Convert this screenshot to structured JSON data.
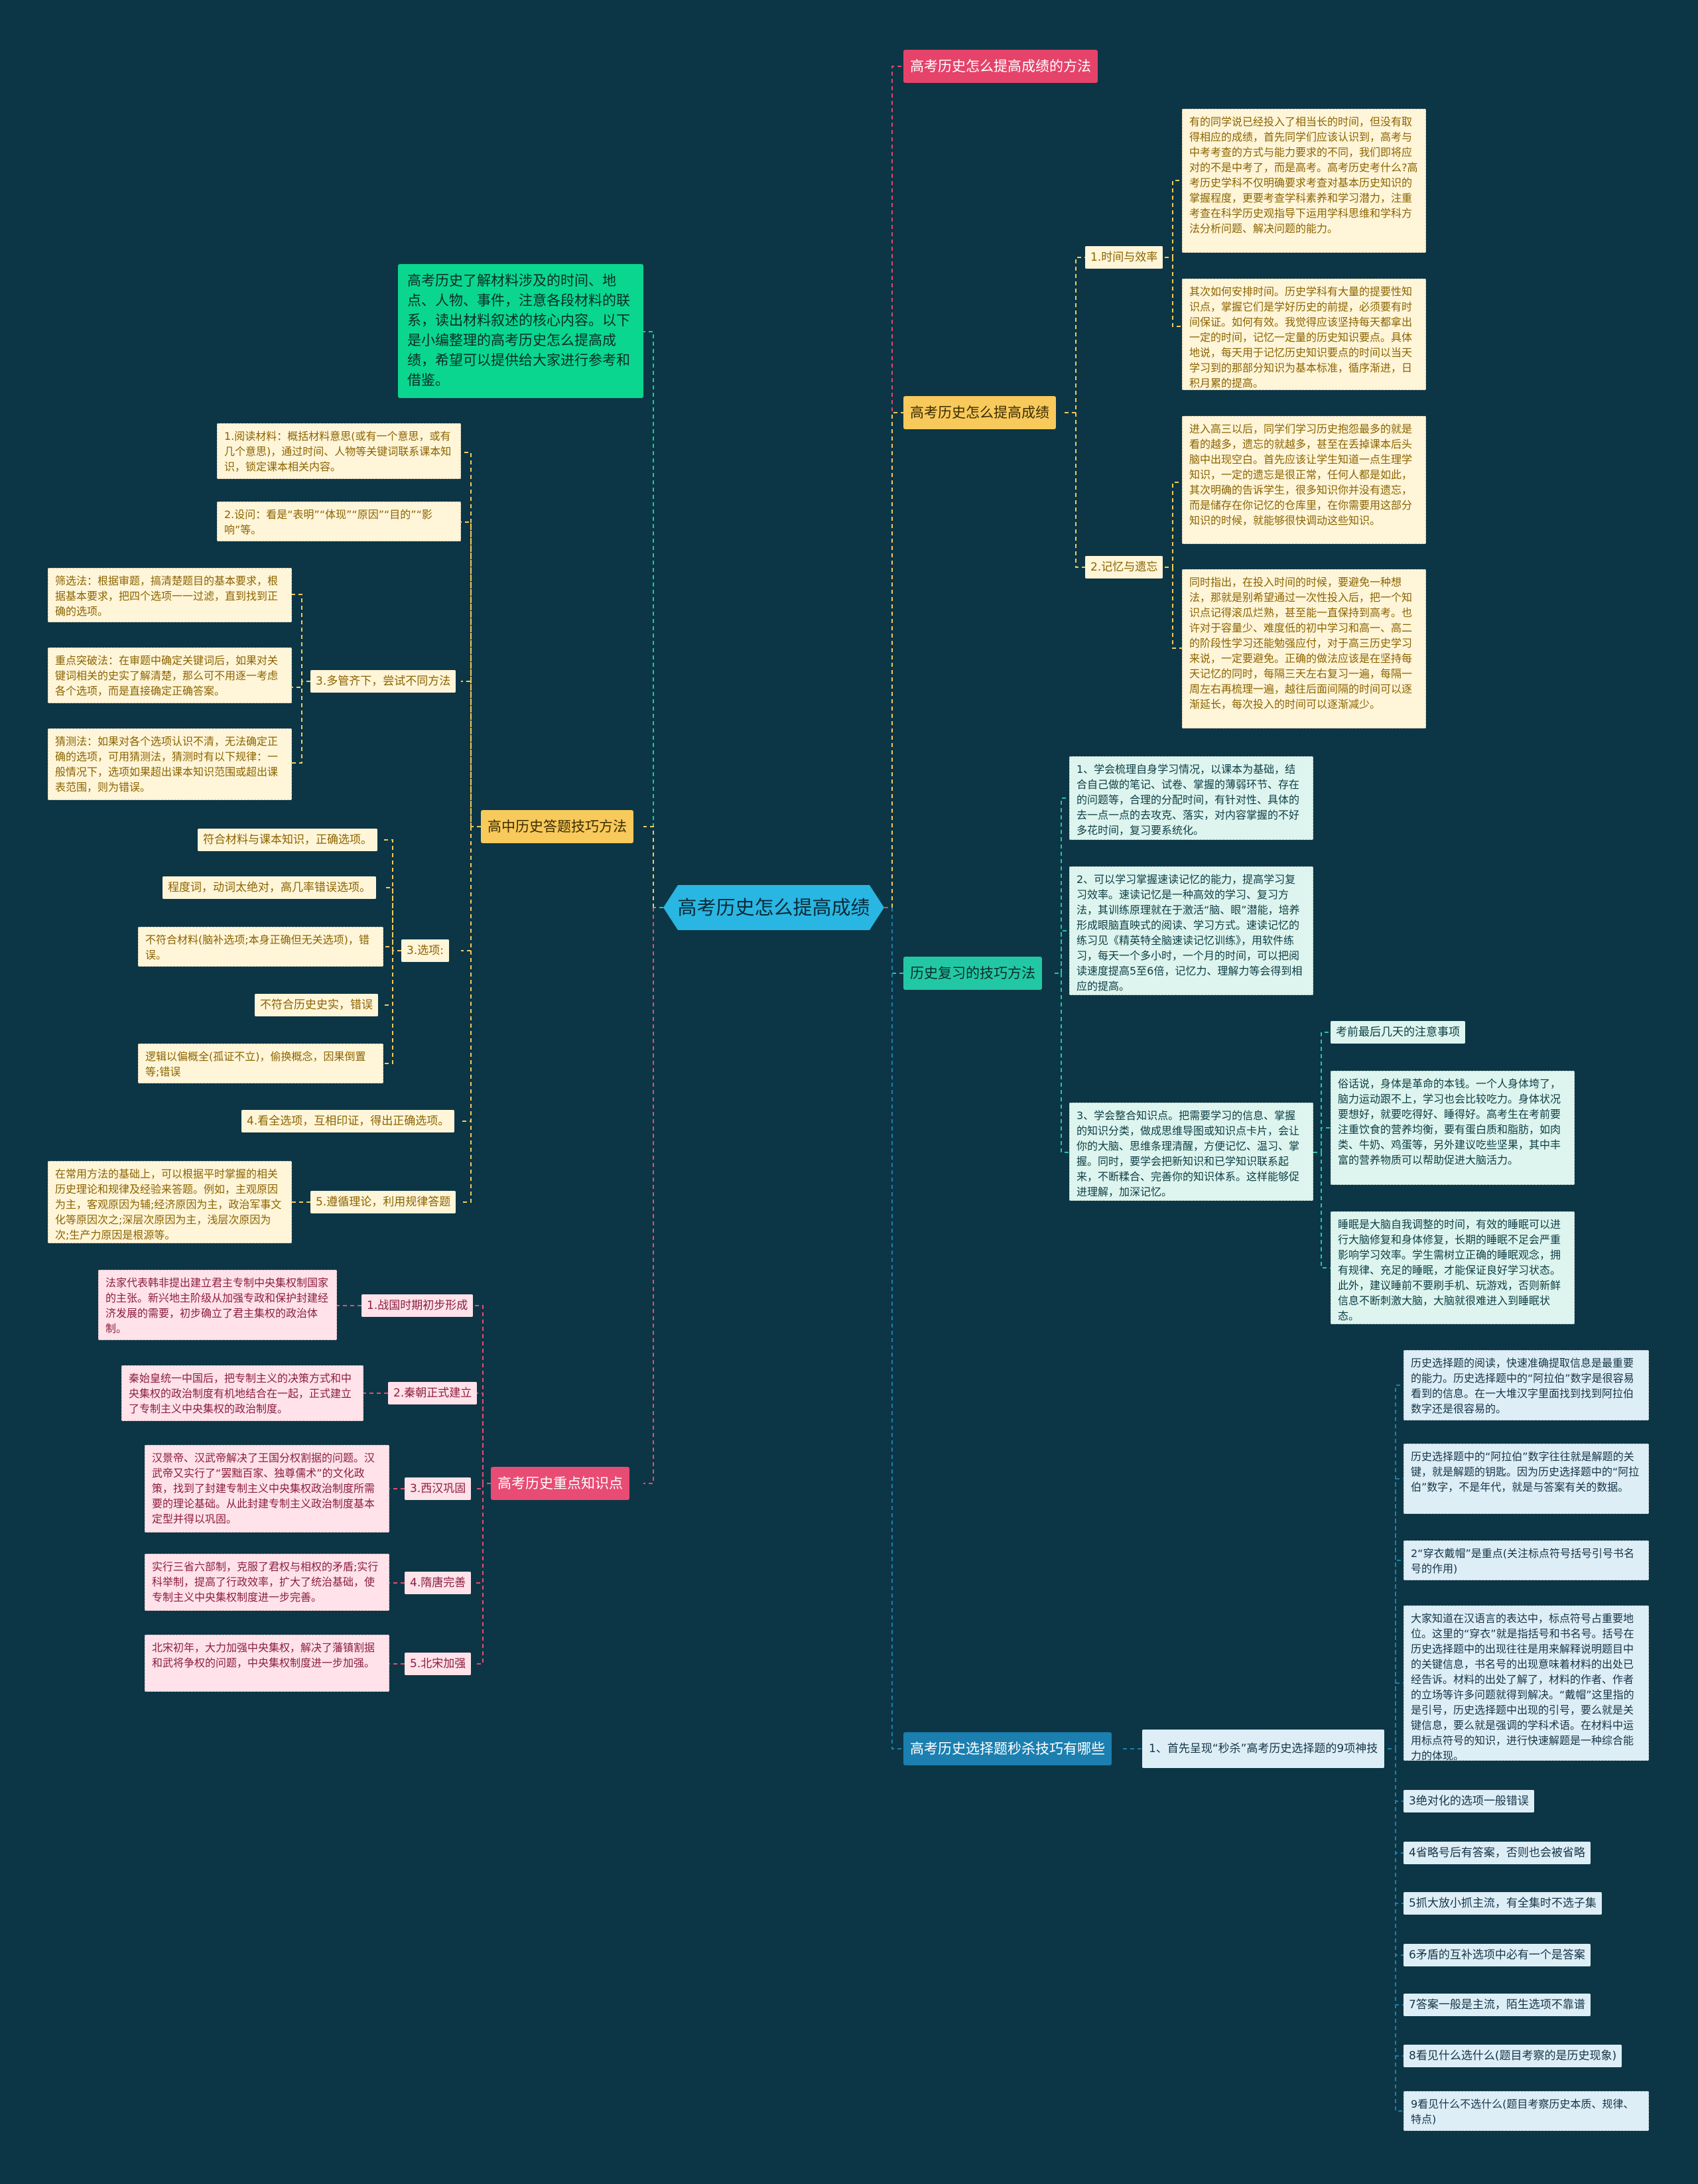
{
  "root": "高考历史怎么提高成绩",
  "colors": {
    "background": "#0c3645",
    "root": "#29b6e3",
    "red": "#e5436a",
    "yellow": "#f8c95b",
    "teal": "#22c8a4",
    "blue": "#1b7fb0",
    "intro": "#0ad68f"
  },
  "right": {
    "b1": {
      "title": "高考历史怎么提高成绩的方法"
    },
    "b2": {
      "title": "高考历史怎么提高成绩",
      "sub1": {
        "label": "1.时间与效率",
        "t1": "有的同学说已经投入了相当长的时间，但没有取得相应的成绩，首先同学们应该认识到，高考与中考考查的方式与能力要求的不同，我们即将应对的不是中考了，而是高考。高考历史考什么?高考历史学科不仅明确要求考查对基本历史知识的掌握程度，更要考查学科素养和学习潜力，注重考查在科学历史观指导下运用学科思维和学科方法分析问题、解决问题的能力。",
        "t2": "其次如何安排时间。历史学科有大量的提要性知识点，掌握它们是学好历史的前提，必须要有时间保证。如何有效。我觉得应该坚持每天都拿出一定的时间，记忆一定量的历史知识要点。具体地说，每天用于记忆历史知识要点的时间以当天学习到的那部分知识为基本标准，循序渐进，日积月累的提高。"
      },
      "sub2": {
        "label": "2.记忆与遗忘",
        "t1": "进入高三以后，同学们学习历史抱怨最多的就是看的越多，遗忘的就越多，甚至在丢掉课本后头脑中出现空白。首先应该让学生知道一点生理学知识，一定的遗忘是很正常，任何人都是如此，其次明确的告诉学生，很多知识你并没有遗忘，而是储存在你记忆的仓库里，在你需要用这部分知识的时候，就能够很快调动这些知识。",
        "t2": "同时指出，在投入时间的时候，要避免一种想法，那就是别希望通过一次性投入后，把一个知识点记得滚瓜烂熟，甚至能一直保持到高考。也许对于容量少、难度低的初中学习和高一、高二的阶段性学习还能勉强应付，对于高三历史学习来说，一定要避免。正确的做法应该是在坚持每天记忆的同时，每隔三天左右复习一遍，每隔一周左右再梳理一遍，越往后面间隔的时间可以逐渐延长，每次投入的时间可以逐渐减少。"
      }
    },
    "b3": {
      "title": "历史复习的技巧方法",
      "s1": "1、学会梳理自身学习情况，以课本为基础，结合自己做的笔记、试卷、掌握的薄弱环节、存在的问题等，合理的分配时间，有针对性、具体的去一点一点的去攻克、落实，对内容掌握的不好多花时间，复习要系统化。",
      "s2": "2、可以学习掌握速读记忆的能力，提高学习复习效率。速读记忆是一种高效的学习、复习方法，其训练原理就在于激活“脑、眼”潜能，培养形成眼脑直映式的阅读、学习方式。速读记忆的练习见《精英特全脑速读记忆训练》，用软件练习，每天一个多小时，一个月的时间，可以把阅读速度提高5至6倍，记忆力、理解力等会得到相应的提高。",
      "s3": "3、学会整合知识点。把需要学习的信息、掌握的知识分类，做成思维导图或知识点卡片，会让你的大脑、思维条理清醒，方便记忆、温习、掌握。同时，要学会把新知识和已学知识联系起来，不断糅合、完善你的知识体系。这样能够促进理解，加深记忆。",
      "s3a": "考前最后几天的注意事项",
      "s3b": "俗话说，身体是革命的本钱。一个人身体垮了，脑力运动跟不上，学习也会比较吃力。身体状况要想好，就要吃得好、睡得好。高考生在考前要注重饮食的营养均衡，要有蛋白质和脂肪，如肉类、牛奶、鸡蛋等，另外建议吃些坚果，其中丰富的营养物质可以帮助促进大脑活力。",
      "s3c": "睡眠是大脑自我调整的时间，有效的睡眠可以进行大脑修复和身体修复，长期的睡眠不足会严重影响学习效率。学生需树立正确的睡眠观念，拥有规律、充足的睡眠，才能保证良好学习状态。此外，建议睡前不要刷手机、玩游戏，否则新鲜信息不断刺激大脑，大脑就很难进入到睡眠状态。"
    },
    "b4": {
      "title": "高考历史选择题秒杀技巧有哪些",
      "sub": "1、首先呈现“秒杀”高考历史选择题的9项神技",
      "items": [
        "历史选择题的阅读，快速准确提取信息是最重要的能力。历史选择题中的“阿拉伯”数字是很容易看到的信息。在一大堆汉字里面找到找到阿拉伯数字还是很容易的。",
        "历史选择题中的“阿拉伯”数字往往就是解题的关键，就是解题的钥匙。因为历史选择题中的“阿拉伯”数字，不是年代，就是与答案有关的数据。",
        "2“穿衣戴帽”是重点(关注标点符号括号引号书名号的作用)",
        "大家知道在汉语言的表达中，标点符号占重要地位。这里的“穿衣”就是指括号和书名号。括号在历史选择题中的出现往往是用来解释说明题目中的关键信息，书名号的出现意味着材料的出处已经告诉。材料的出处了解了，材料的作者、作者的立场等许多问题就得到解决。“戴帽”这里指的是引号，历史选择题中出现的引号，要么就是关键信息，要么就是强调的学科术语。在材料中运用标点符号的知识，进行快速解题是一种综合能力的体现。",
        "3绝对化的选项一般错误",
        "4省略号后有答案，否则也会被省略",
        "5抓大放小抓主流，有全集时不选子集",
        "6矛盾的互补选项中必有一个是答案",
        "7答案一般是主流，陌生选项不靠谱",
        "8看见什么选什么(题目考察的是历史现象)",
        "9看见什么不选什么(题目考察历史本质、规律、特点)"
      ]
    }
  },
  "left": {
    "intro": "高考历史了解材料涉及的时间、地点、人物、事件，注意各段材料的联系，读出材料叙述的核心内容。以下是小编整理的高考历史怎么提高成绩，希望可以提供给大家进行参考和借鉴。",
    "b5": {
      "title": "高中历史答题技巧方法",
      "n1": "1.阅读材料：概括材料意思(或有一个意思，或有几个意思)，通过时间、人物等关键词联系课本知识，锁定课本相关内容。",
      "n2": "2.设问：看是“表明”“体现”“原因”“目的”“影响”等。",
      "n3": {
        "label": "3.多管齐下，尝试不同方法",
        "a": "筛选法：根据审题，搞清楚题目的基本要求，根据基本要求，把四个选项一一过滤，直到找到正确的选项。",
        "b": "重点突破法：在审题中确定关键词后，如果对关键词相关的史实了解清楚，那么可不用逐一考虑各个选项，而是直接确定正确答案。",
        "c": "猜测法：如果对各个选项认识不清，无法确定正确的选项，可用猜测法，猜测时有以下规律：一般情况下，选项如果超出课本知识范围或超出课表范围，则为错误。"
      },
      "n4": {
        "label": "3.选项:",
        "a": "符合材料与课本知识，正确选项。",
        "b": "程度词，动词太绝对，高几率错误选项。",
        "c": "不符合材料(脑补选项;本身正确但无关选项)，错误。",
        "d": "不符合历史史实，错误",
        "e": "逻辑以偏概全(孤证不立)，偷换概念，因果倒置等;错误"
      },
      "n5": "4.看全选项，互相印证，得出正确选项。",
      "n6": {
        "label": "5.遵循理论，利用规律答题",
        "a": "在常用方法的基础上，可以根据平时掌握的相关历史理论和规律及经验来答题。例如，主观原因为主，客观原因为辅;经济原因为主，政治军事文化等原因次之;深层次原因为主，浅层次原因为次;生产力原因是根源等。"
      }
    },
    "b6": {
      "title": "高考历史重点知识点",
      "items": [
        {
          "label": "1.战国时期初步形成",
          "text": "法家代表韩非提出建立君主专制中央集权制国家的主张。新兴地主阶级从加强专政和保护封建经济发展的需要，初步确立了君主集权的政治体制。"
        },
        {
          "label": "2.秦朝正式建立",
          "text": "秦始皇统一中国后，把专制主义的决策方式和中央集权的政治制度有机地结合在一起，正式建立了专制主义中央集权的政治制度。"
        },
        {
          "label": "3.西汉巩固",
          "text": "汉景帝、汉武帝解决了王国分权割据的问题。汉武帝又实行了“罢黜百家、独尊儒术”的文化政策，找到了封建专制主义中央集权政治制度所需要的理论基础。从此封建专制主义政治制度基本定型并得以巩固。"
        },
        {
          "label": "4.隋唐完善",
          "text": "实行三省六部制，克服了君权与相权的矛盾;实行科举制，提高了行政效率，扩大了统治基础，使专制主义中央集权制度进一步完善。"
        },
        {
          "label": "5.北宋加强",
          "text": "北宋初年，大力加强中央集权，解决了藩镇割据和武将争权的问题，中央集权制度进一步加强。"
        }
      ]
    }
  }
}
